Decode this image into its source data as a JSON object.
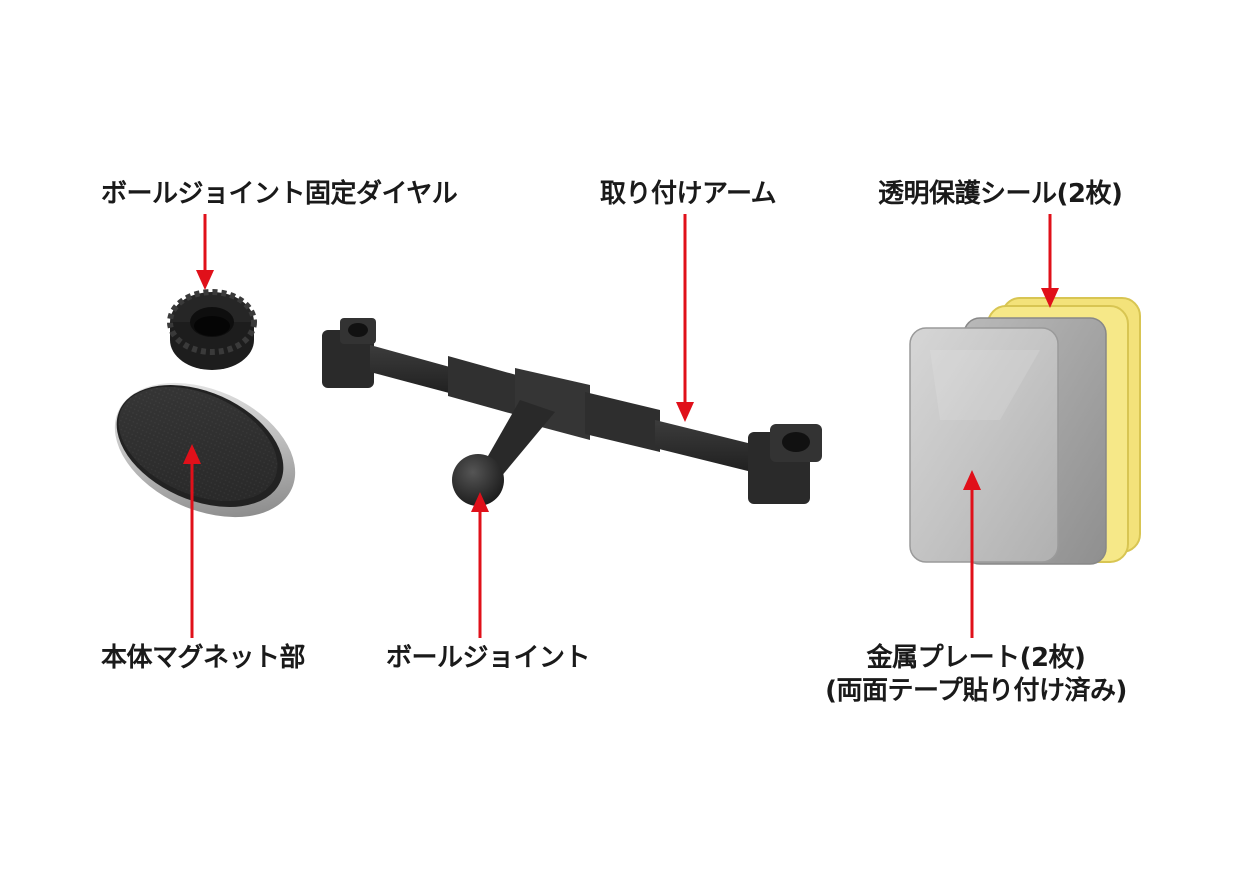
{
  "labels": {
    "dial": "ボールジョイント固定ダイヤル",
    "arm": "取り付けアーム",
    "seal": "透明保護シール(2枚)",
    "magnet": "本体マグネット部",
    "ball_joint": "ボールジョイント",
    "plate_line1": "金属プレート(2枚)",
    "plate_line2": "(両面テープ貼り付け済み)"
  },
  "colors": {
    "arrow": "#e0101a",
    "part_dark": "#2b2b2b",
    "tape": "#f3e27a"
  },
  "icons": [
    "dial-ring-icon",
    "magnet-pad-icon",
    "mount-arm-icon",
    "metal-plate-icon"
  ]
}
